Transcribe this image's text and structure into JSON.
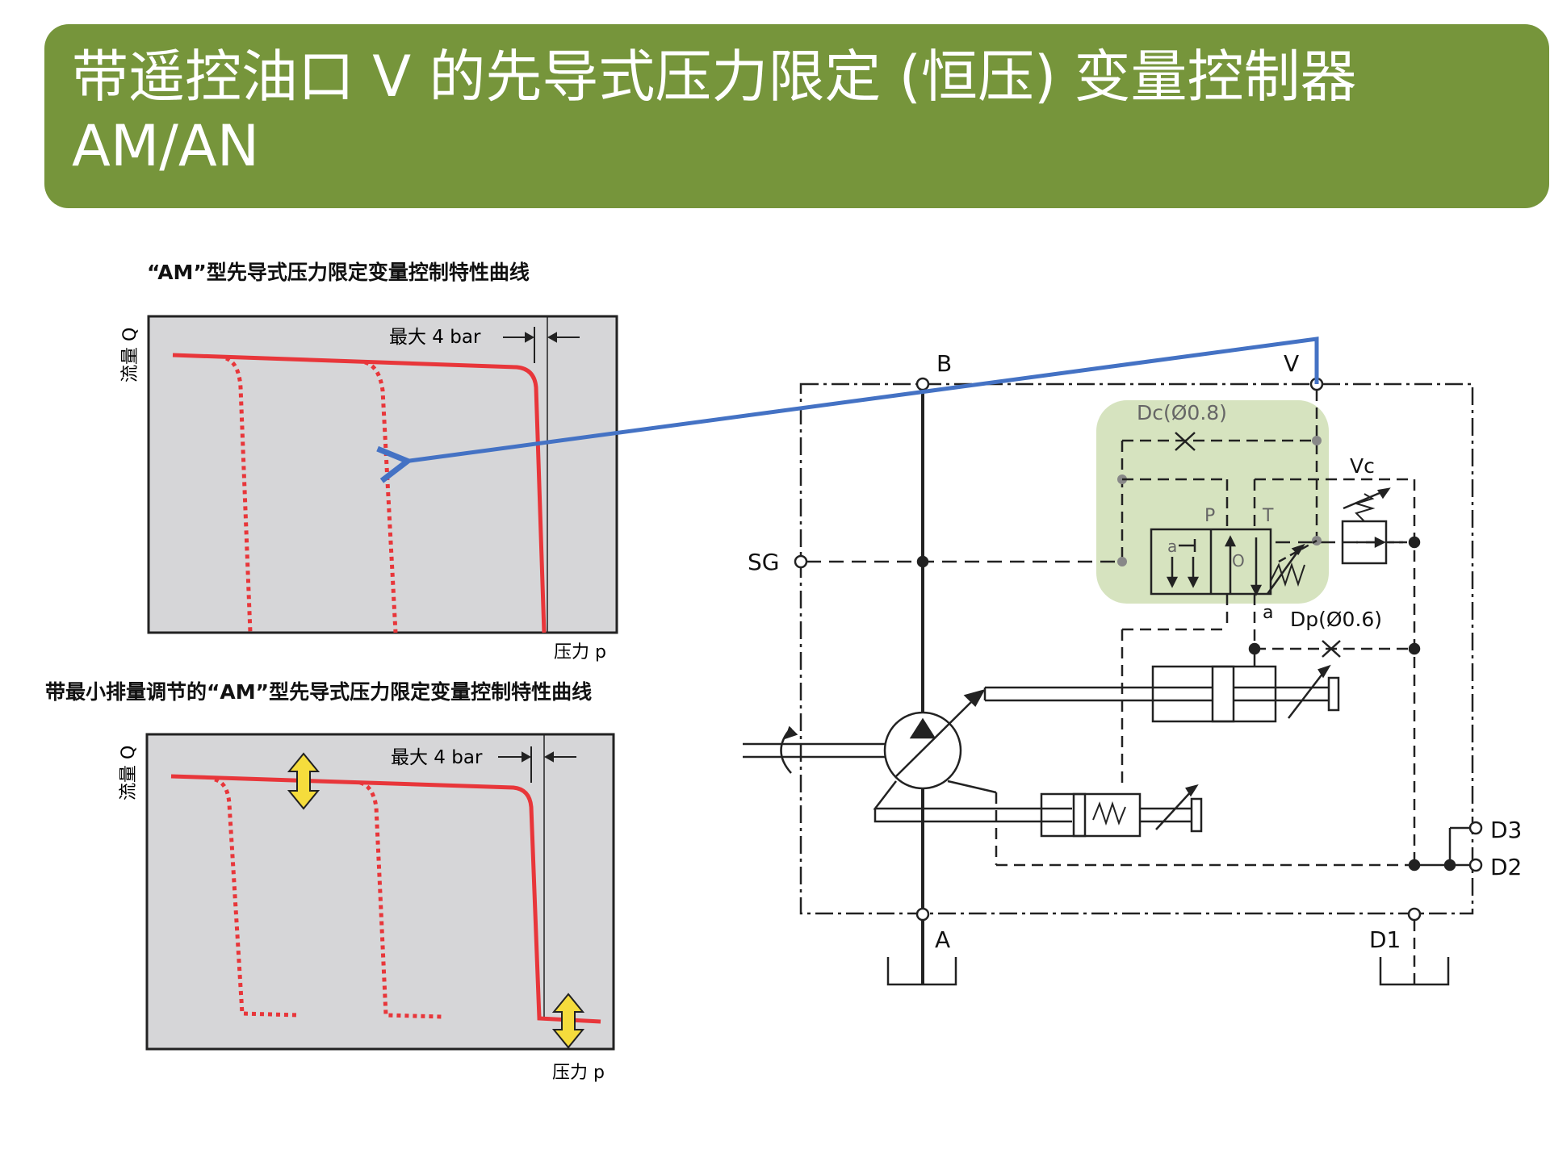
{
  "slide": {
    "title_line1": "带遥控油口 V 的先导式压力限定 (恒压) 变量控制器",
    "title_line2": "AM/AN",
    "banner_color": "#76953b"
  },
  "charts": [
    {
      "title": "“AM”型先导式压力限定变量控制特性曲线",
      "ylabel": "流量 Q",
      "xlabel": "压力 p",
      "annotation": "最大 4 bar"
    },
    {
      "title": "带最小排量调节的“AM”型先导式压力限定变量控制特性曲线",
      "ylabel": "流量 Q",
      "xlabel": "压力 p",
      "annotation": "最大 4 bar"
    }
  ],
  "schematic": {
    "ports": {
      "B": "B",
      "V": "V",
      "SG": "SG",
      "A": "A",
      "D1": "D1",
      "D2": "D2",
      "D3": "D3"
    },
    "orifice_dc": "Dc(Ø0.8)",
    "orifice_dp": "Dp(Ø0.6)",
    "valve_vc": "Vc",
    "valve_port_p": "P",
    "valve_port_t": "T",
    "valve_port_o": "O",
    "valve_label_a": "a",
    "pilot_label_a": "a",
    "highlight_color": "#d6e3bf",
    "arrow_color": "#4472c4",
    "curve_color": "#e8363a",
    "arrow_yellow": "#f5dc3c"
  }
}
